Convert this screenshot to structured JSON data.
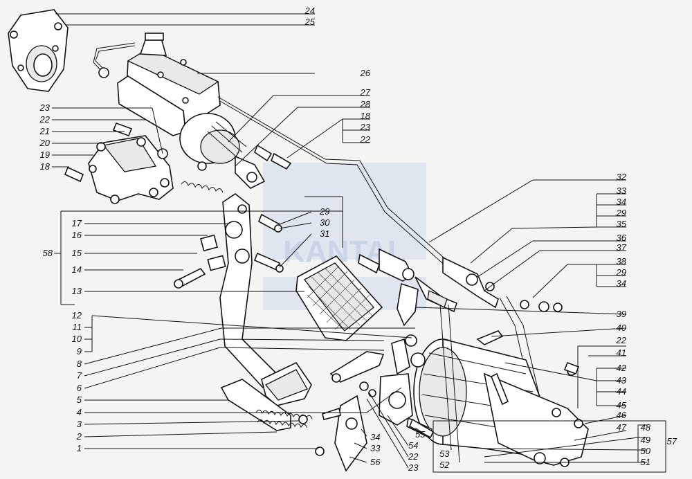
{
  "diagram": {
    "watermark": "KANTAL",
    "wm_color": "#5b80b4",
    "labels": {
      "right": [
        "24",
        "25",
        "26",
        "27",
        "28",
        "18",
        "23",
        "22",
        "32",
        "33",
        "34",
        "29",
        "35",
        "36",
        "37",
        "38",
        "29",
        "34",
        "39",
        "40",
        "22",
        "41",
        "42",
        "43",
        "44",
        "45",
        "46",
        "47",
        "48",
        "49",
        "50",
        "51",
        "57"
      ],
      "left": [
        "23",
        "22",
        "21",
        "20",
        "19",
        "18",
        "17",
        "16",
        "15",
        "14",
        "13",
        "58",
        "12",
        "11",
        "10",
        "9",
        "8",
        "7",
        "6",
        "5",
        "4",
        "3",
        "2",
        "1"
      ],
      "bottom": [
        "29",
        "30",
        "31",
        "55",
        "54",
        "22",
        "23",
        "34",
        "33",
        "56",
        "53",
        "52"
      ]
    }
  }
}
